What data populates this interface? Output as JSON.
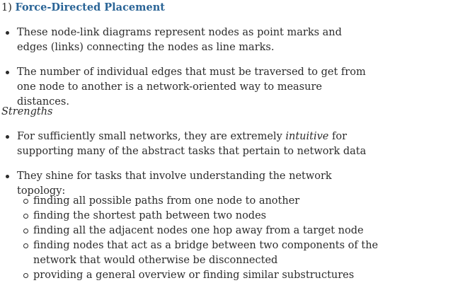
{
  "heading": {
    "number": "1)",
    "title": "Force-Directed Placement"
  },
  "intro_bullets": [
    "These node-link diagrams represent nodes as point marks and edges (links) connecting the nodes as line marks.",
    "The number of individual edges that must be traversed to get from one node to another is a network-oriented way to measure distances."
  ],
  "strengths_label": "Strengths",
  "strength_bullets": {
    "first": {
      "before": "For sufficiently small networks, they are extremely ",
      "emphasis": "intuitive",
      "after": " for supporting many of the abstract tasks that pertain to network data"
    },
    "second": "They shine for tasks that involve understanding the network topology:"
  },
  "topology_tasks": [
    "finding all possible paths from one node to another",
    "finding the shortest path between two nodes",
    "finding all the adjacent nodes one hop away from a target node",
    "finding nodes that act as a bridge between two components of the network that would otherwise be disconnected",
    "providing a general overview or finding similar substructures"
  ]
}
